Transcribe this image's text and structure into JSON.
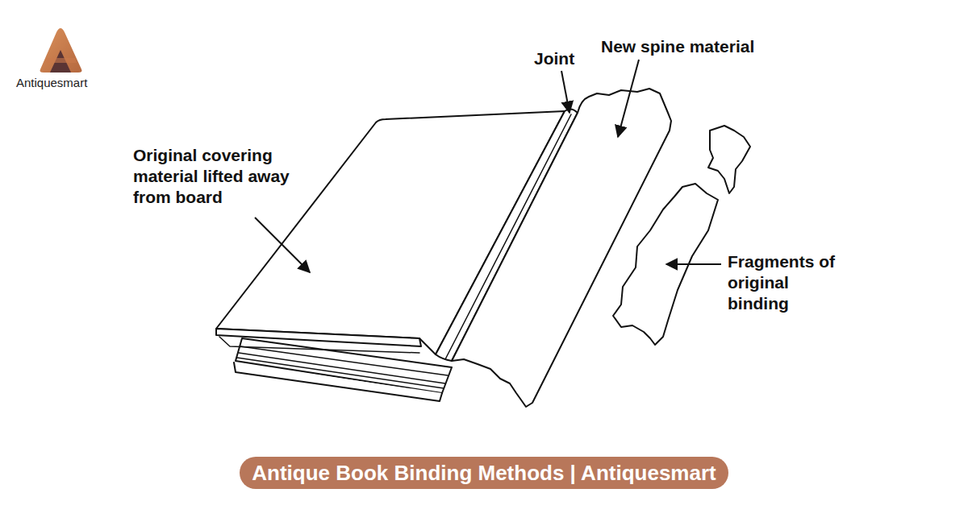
{
  "diagram": {
    "caption": "Antique Book Binding Methods | Antiquesmart",
    "labels": [
      "Antiquesmart",
      "Original covering material lifted away from board",
      "Joint",
      "New spine material",
      "Fragments of original binding"
    ]
  }
}
